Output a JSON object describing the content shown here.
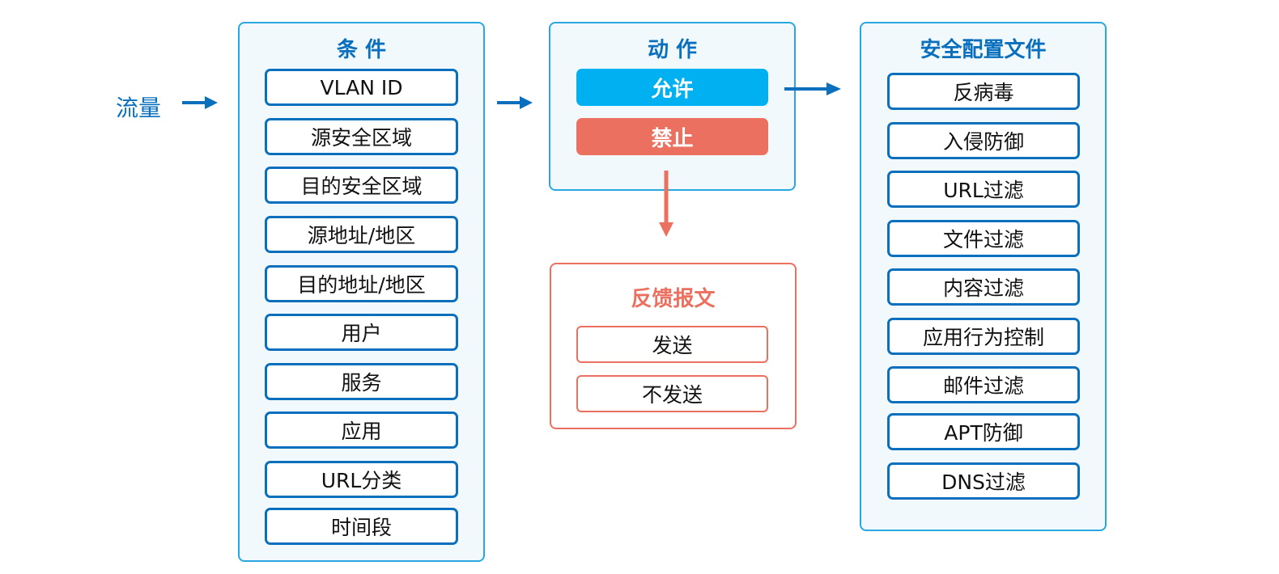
{
  "traffic_label": "流量",
  "conditions": {
    "title": "条 件",
    "items": [
      "VLAN ID",
      "源安全区域",
      "目的安全区域",
      "源地址/地区",
      "目的地址/地区",
      "用户",
      "服务",
      "应用",
      "URL分类",
      "时间段"
    ]
  },
  "actions": {
    "title": "动 作",
    "allow": "允许",
    "deny": "禁止"
  },
  "feedback": {
    "title": "反馈报文",
    "items": [
      "发送",
      "不发送"
    ]
  },
  "profiles": {
    "title": "安全配置文件",
    "items": [
      "反病毒",
      "入侵防御",
      "URL过滤",
      "文件过滤",
      "内容过滤",
      "应用行为控制",
      "邮件过滤",
      "APT防御",
      "DNS过滤"
    ]
  },
  "colors": {
    "blue": "#0a6fbd",
    "panel_border": "#29a8e0",
    "allow": "#00b0f0",
    "deny": "#ec7060"
  }
}
